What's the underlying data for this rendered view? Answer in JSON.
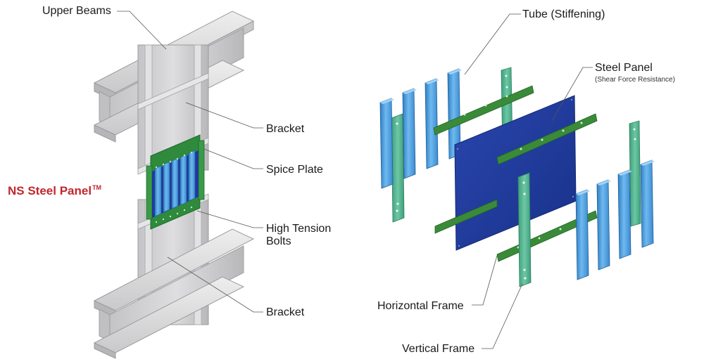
{
  "brand": {
    "name": "NS Steel Panel",
    "trademark": "TM",
    "color": "#c0272d"
  },
  "left_labels": {
    "upper_beams": "Upper Beams",
    "bracket_top": "Bracket",
    "splice_plate": "Spice Plate",
    "bolts_line1": "High Tension",
    "bolts_line2": "Bolts",
    "bracket_bottom": "Bracket"
  },
  "right_labels": {
    "tube": "Tube (Stiffening)",
    "steel_panel": "Steel Panel",
    "steel_panel_note": "(Shear Force Resistance)",
    "horizontal_frame": "Horizontal Frame",
    "vertical_frame": "Vertical Frame"
  },
  "colors": {
    "steel": "#d2d2d4",
    "tube": "#4a9fe0",
    "panel": "#1f3a9c",
    "frame_vertical": "#4fb08c",
    "frame_horizontal": "#3a8a3a"
  }
}
